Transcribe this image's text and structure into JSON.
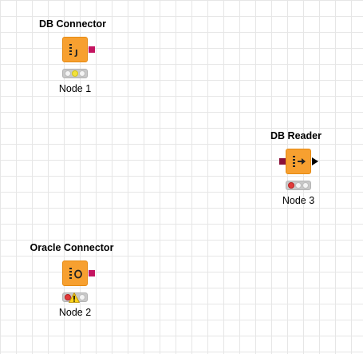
{
  "workflow": {
    "nodes": [
      {
        "title": "DB Connector",
        "icon": "db-connector-icon",
        "label": "Node 1",
        "status": [
          "idle",
          "yellow",
          "idle"
        ],
        "warning": false
      },
      {
        "title": "Oracle Connector",
        "icon": "oracle-connector-icon",
        "label": "Node 2",
        "status": [
          "red",
          "idle",
          "idle"
        ],
        "warning": true
      },
      {
        "title": "DB Reader",
        "icon": "db-reader-icon",
        "label": "Node 3",
        "status": [
          "red",
          "idle",
          "idle"
        ],
        "warning": false
      }
    ]
  },
  "colors": {
    "node_fill": "#f7a030",
    "db_port": "#c41460",
    "db_port_in": "#8a1038",
    "status_red": "#e23b3b",
    "status_yellow": "#f2e23c",
    "grid": "#e6e6e6"
  }
}
